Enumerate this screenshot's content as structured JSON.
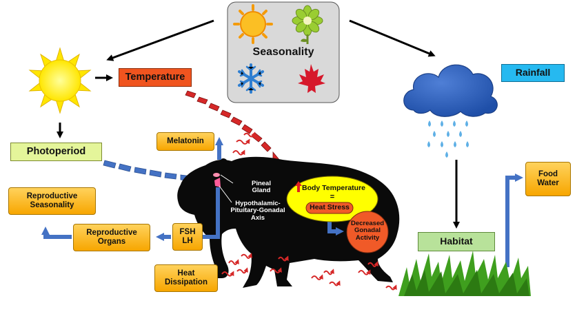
{
  "season_box": {
    "title": "Seasonality"
  },
  "labels": {
    "temperature": "Temperature",
    "rainfall": "Rainfall",
    "photoperiod": "Photoperiod",
    "melatonin": "Melatonin",
    "reproductive_seasonality": "Reproductive Seasonality",
    "reproductive_organs": "Reproductive Organs",
    "fsh_lh": "FSH LH",
    "heat_dissipation": "Heat Dissipation",
    "pineal_gland": "Pineal Gland",
    "hpg_axis": "Hypothalamic-Pituitary-Gonadal Axis",
    "body_temperature": "Body Temperature",
    "equals": "=",
    "heat_stress": "Heat Stress",
    "decreased_gonadal": "Decreased Gonadal Activity",
    "habitat": "Habitat",
    "food_water": "Food Water"
  },
  "colors": {
    "orange_box": "#f7a600",
    "temperature_box": "#f0541f",
    "photoperiod_box": "#e4f59a",
    "rainfall_box": "#26b9f0",
    "habitat_box": "#b8e29a",
    "blue_arrow": "#4472c4",
    "red_arrow": "#d62828",
    "season_bg": "#d9d9d9",
    "ellipse_yellow": "#ffff00",
    "animal": "#0a0a0a"
  }
}
